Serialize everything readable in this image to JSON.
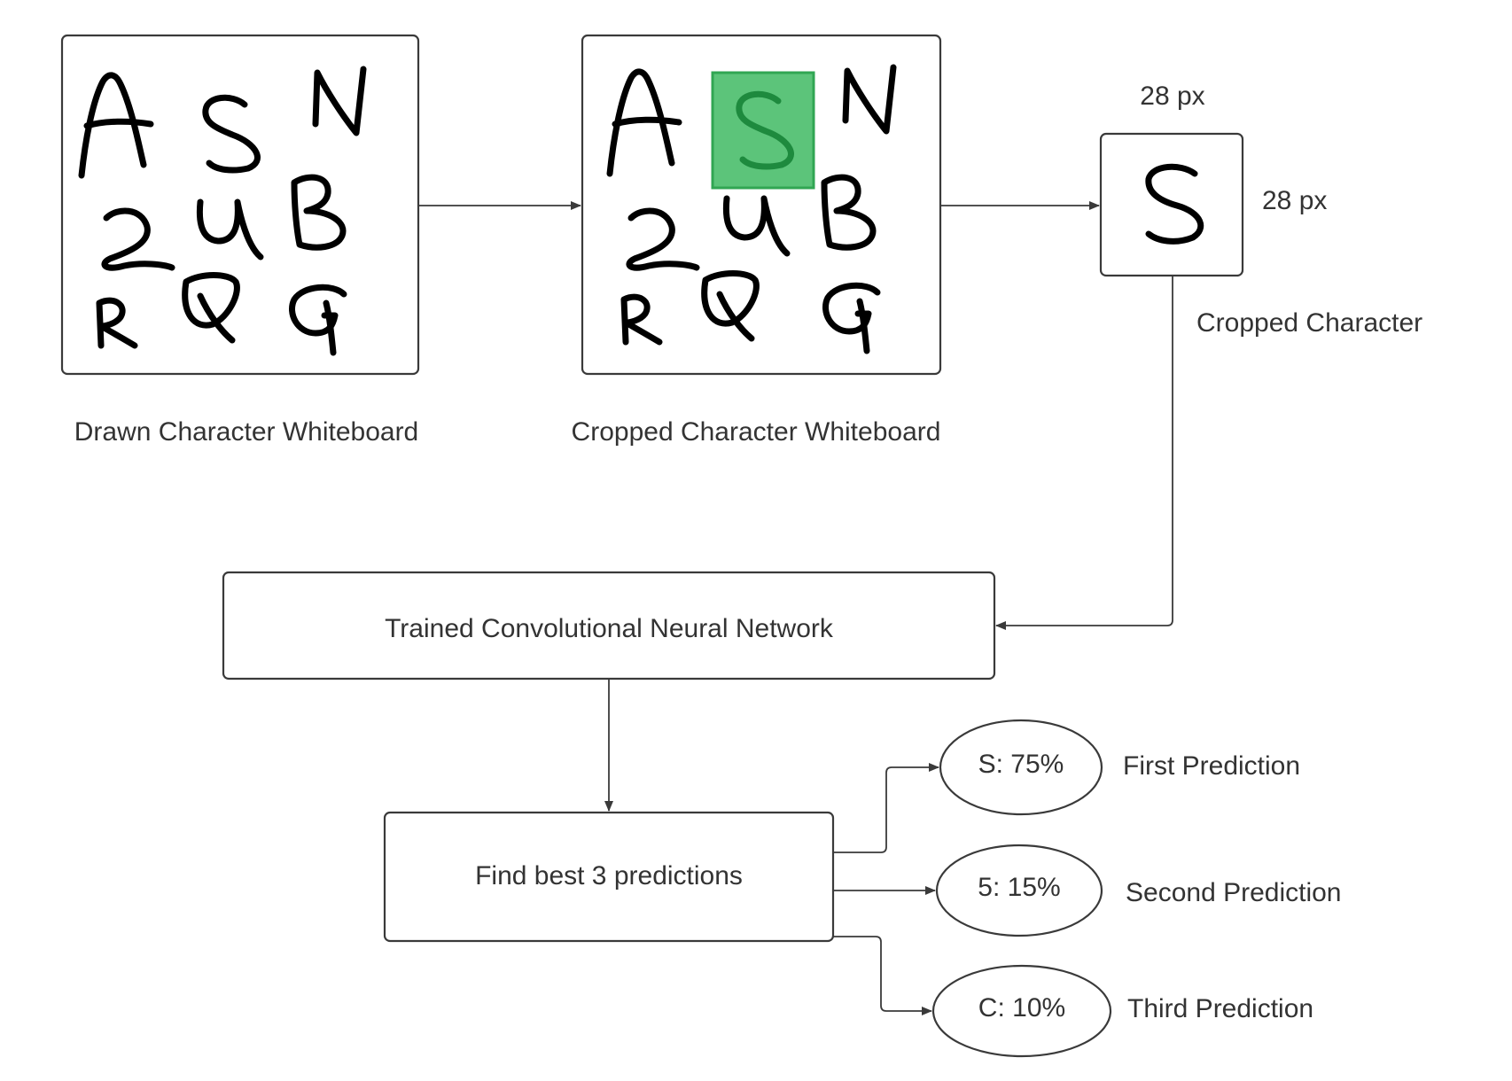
{
  "diagram": {
    "whiteboard_drawn": {
      "caption": "Drawn Character Whiteboard",
      "characters": [
        "A",
        "S",
        "N",
        "2",
        "u",
        "B",
        "R",
        "Q",
        "G"
      ]
    },
    "whiteboard_cropped": {
      "caption": "Cropped Character Whiteboard",
      "characters": [
        "A",
        "S",
        "N",
        "2",
        "u",
        "B",
        "R",
        "Q",
        "G"
      ],
      "highlight_color": "#5cc47a"
    },
    "cropped_character": {
      "caption": "Cropped Character",
      "character": "S",
      "width_label": "28 px",
      "height_label": "28 px"
    },
    "cnn": {
      "label": "Trained Convolutional Neural Network"
    },
    "find_best": {
      "label": "Find best 3 predictions"
    },
    "predictions": [
      {
        "value": "S: 75%",
        "label": "First Prediction"
      },
      {
        "value": "5: 15%",
        "label": "Second Prediction"
      },
      {
        "value": "C: 10%",
        "label": "Third Prediction"
      }
    ]
  }
}
